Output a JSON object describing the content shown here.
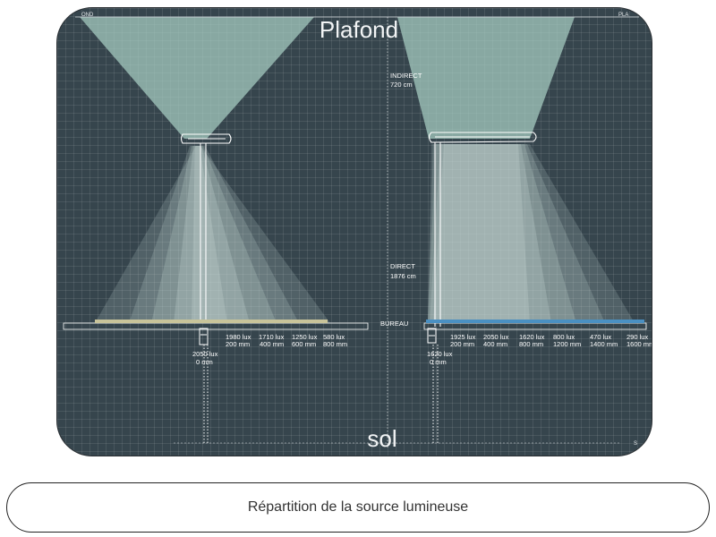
{
  "labels": {
    "ceiling": "Plafond",
    "floor": "sol",
    "corner_left": "OND",
    "corner_right": "PLA",
    "corner_bottom_right": "S",
    "indirect_title": "INDIRECT",
    "indirect_value": "720 cm",
    "direct_title": "DIRECT",
    "direct_value": "1876 cm",
    "desk": "BUREAU"
  },
  "left_lamp": {
    "center": {
      "lux": "2050 lux",
      "distance": "0 mm"
    },
    "readings": [
      {
        "lux": "1980 lux",
        "distance": "200 mm"
      },
      {
        "lux": "1710 lux",
        "distance": "400 mm"
      },
      {
        "lux": "1250 lux",
        "distance": "600 mm"
      },
      {
        "lux": "580 lux",
        "distance": "800 mm"
      }
    ]
  },
  "right_lamp": {
    "center": {
      "lux": "1620 lux",
      "distance": "0 mm"
    },
    "readings": [
      {
        "lux": "1925 lux",
        "distance": "200 mm"
      },
      {
        "lux": "2050 lux",
        "distance": "400 mm"
      },
      {
        "lux": "1620 lux",
        "distance": "800 mm"
      },
      {
        "lux": "800 lux",
        "distance": "1200 mm"
      },
      {
        "lux": "470 lux",
        "distance": "1400 mm"
      },
      {
        "lux": "290 lux",
        "distance": "1600 mm"
      }
    ]
  },
  "caption": "Répartition de la source lumineuse",
  "colors": {
    "background": "#36454d",
    "beam": "#a8cfc4",
    "desk_left": "#c9c49a",
    "desk_right": "#4a90c2"
  }
}
